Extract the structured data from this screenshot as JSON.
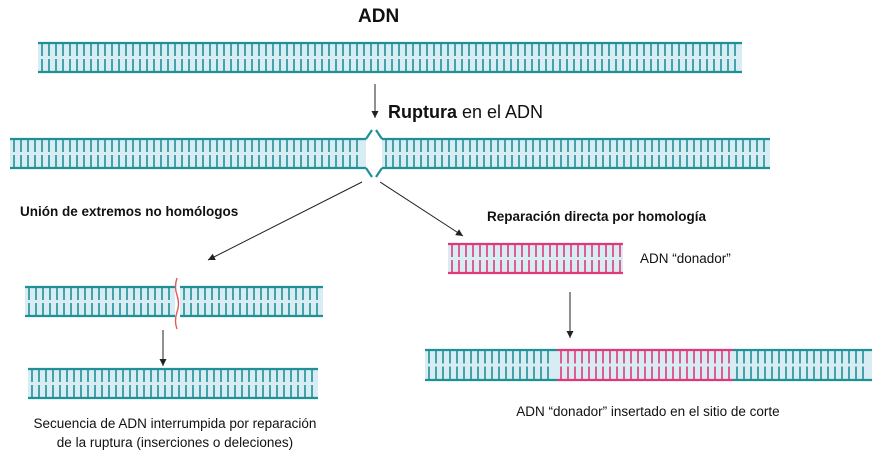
{
  "title": "ADN",
  "break_label": {
    "bold": "Ruptura",
    "rest": " en el ADN"
  },
  "nhej": {
    "heading": "Unión de extremos no homólogos",
    "caption_line1": "Secuencia de ADN interrumpida por reparación",
    "caption_line2": "de la ruptura (inserciones o deleciones)"
  },
  "hdr": {
    "heading": "Reparación directa por homología",
    "donor_label": "ADN “donador”",
    "caption": "ADN “donador” insertado en el sitio de corte"
  },
  "colors": {
    "dna_strand": "#1f9096",
    "donor_strand": "#e0397a",
    "dna_fill": "#d8ecf3",
    "break_mark": "#e05a5a",
    "arrow": "#222222"
  }
}
